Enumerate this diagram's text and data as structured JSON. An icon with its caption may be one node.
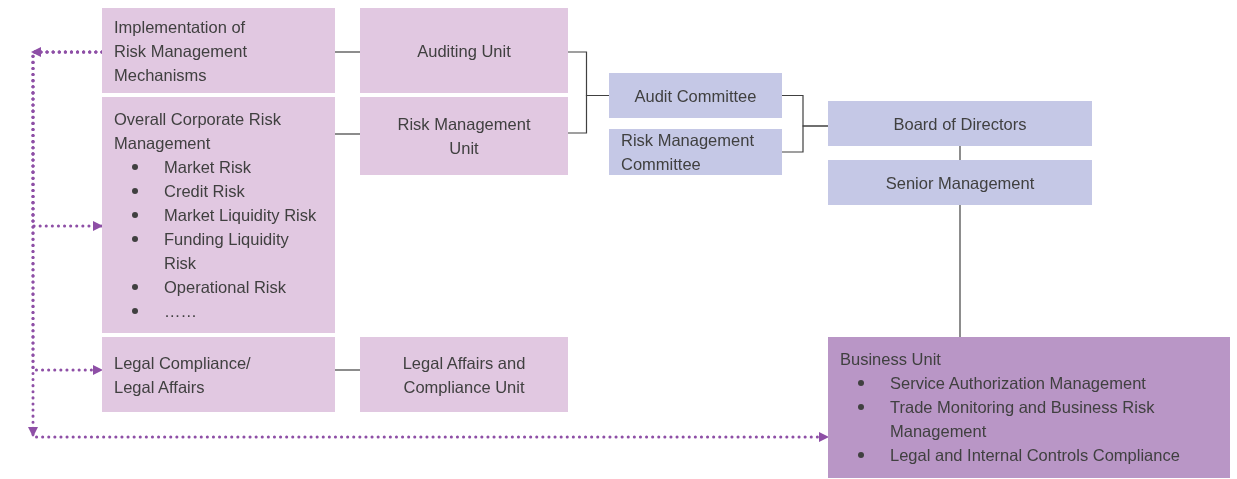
{
  "diagram": {
    "nodes": [
      {
        "text": [
          "Implementation of Risk Management Mechanisms"
        ]
      },
      {
        "text": [
          "Auditing Unit"
        ]
      },
      {
        "text": [
          "Overall Corporate Risk Management",
          "Market Risk",
          "Credit Risk",
          "Market Liquidity Risk",
          "Funding Liquidity Risk",
          "Operational Risk",
          "……"
        ]
      },
      {
        "text": [
          "Risk Management Unit"
        ]
      },
      {
        "text": [
          "Audit Committee"
        ]
      },
      {
        "text": [
          "Risk Management Committee"
        ]
      },
      {
        "text": [
          "Board of Directors"
        ]
      },
      {
        "text": [
          "Senior Management"
        ]
      },
      {
        "text": [
          "Legal Compliance/ Legal Affairs"
        ]
      },
      {
        "text": [
          "Legal Affairs and Compliance Unit"
        ]
      },
      {
        "text": [
          "Business Unit",
          "Service Authorization Management",
          "Trade Monitoring and Business Risk Management",
          "Legal and Internal Controls Compliance"
        ]
      }
    ],
    "edges": [
      {
        "from": 0,
        "to": 2,
        "arrow": "to",
        "style": "dashed",
        "color": "#8e4fa6"
      },
      {
        "from": 0,
        "to": 8,
        "arrow": "to",
        "style": "dashed",
        "color": "#8e4fa6"
      },
      {
        "from": 0,
        "to": 10,
        "arrow": "to",
        "style": "dashed",
        "color": "#8e4fa6"
      },
      {
        "from": 0,
        "to": 1,
        "arrow": "none"
      },
      {
        "from": 2,
        "to": 3,
        "arrow": "none"
      },
      {
        "from": 8,
        "to": 9,
        "arrow": "none"
      },
      {
        "from": 1,
        "to": 4,
        "arrow": "none"
      },
      {
        "from": 3,
        "to": 4,
        "arrow": "none"
      },
      {
        "from": 4,
        "to": 6,
        "arrow": "none"
      },
      {
        "from": 5,
        "to": 6,
        "arrow": "none"
      },
      {
        "from": 6,
        "to": 7,
        "arrow": "none"
      },
      {
        "from": 7,
        "to": 10,
        "arrow": "none"
      }
    ]
  }
}
